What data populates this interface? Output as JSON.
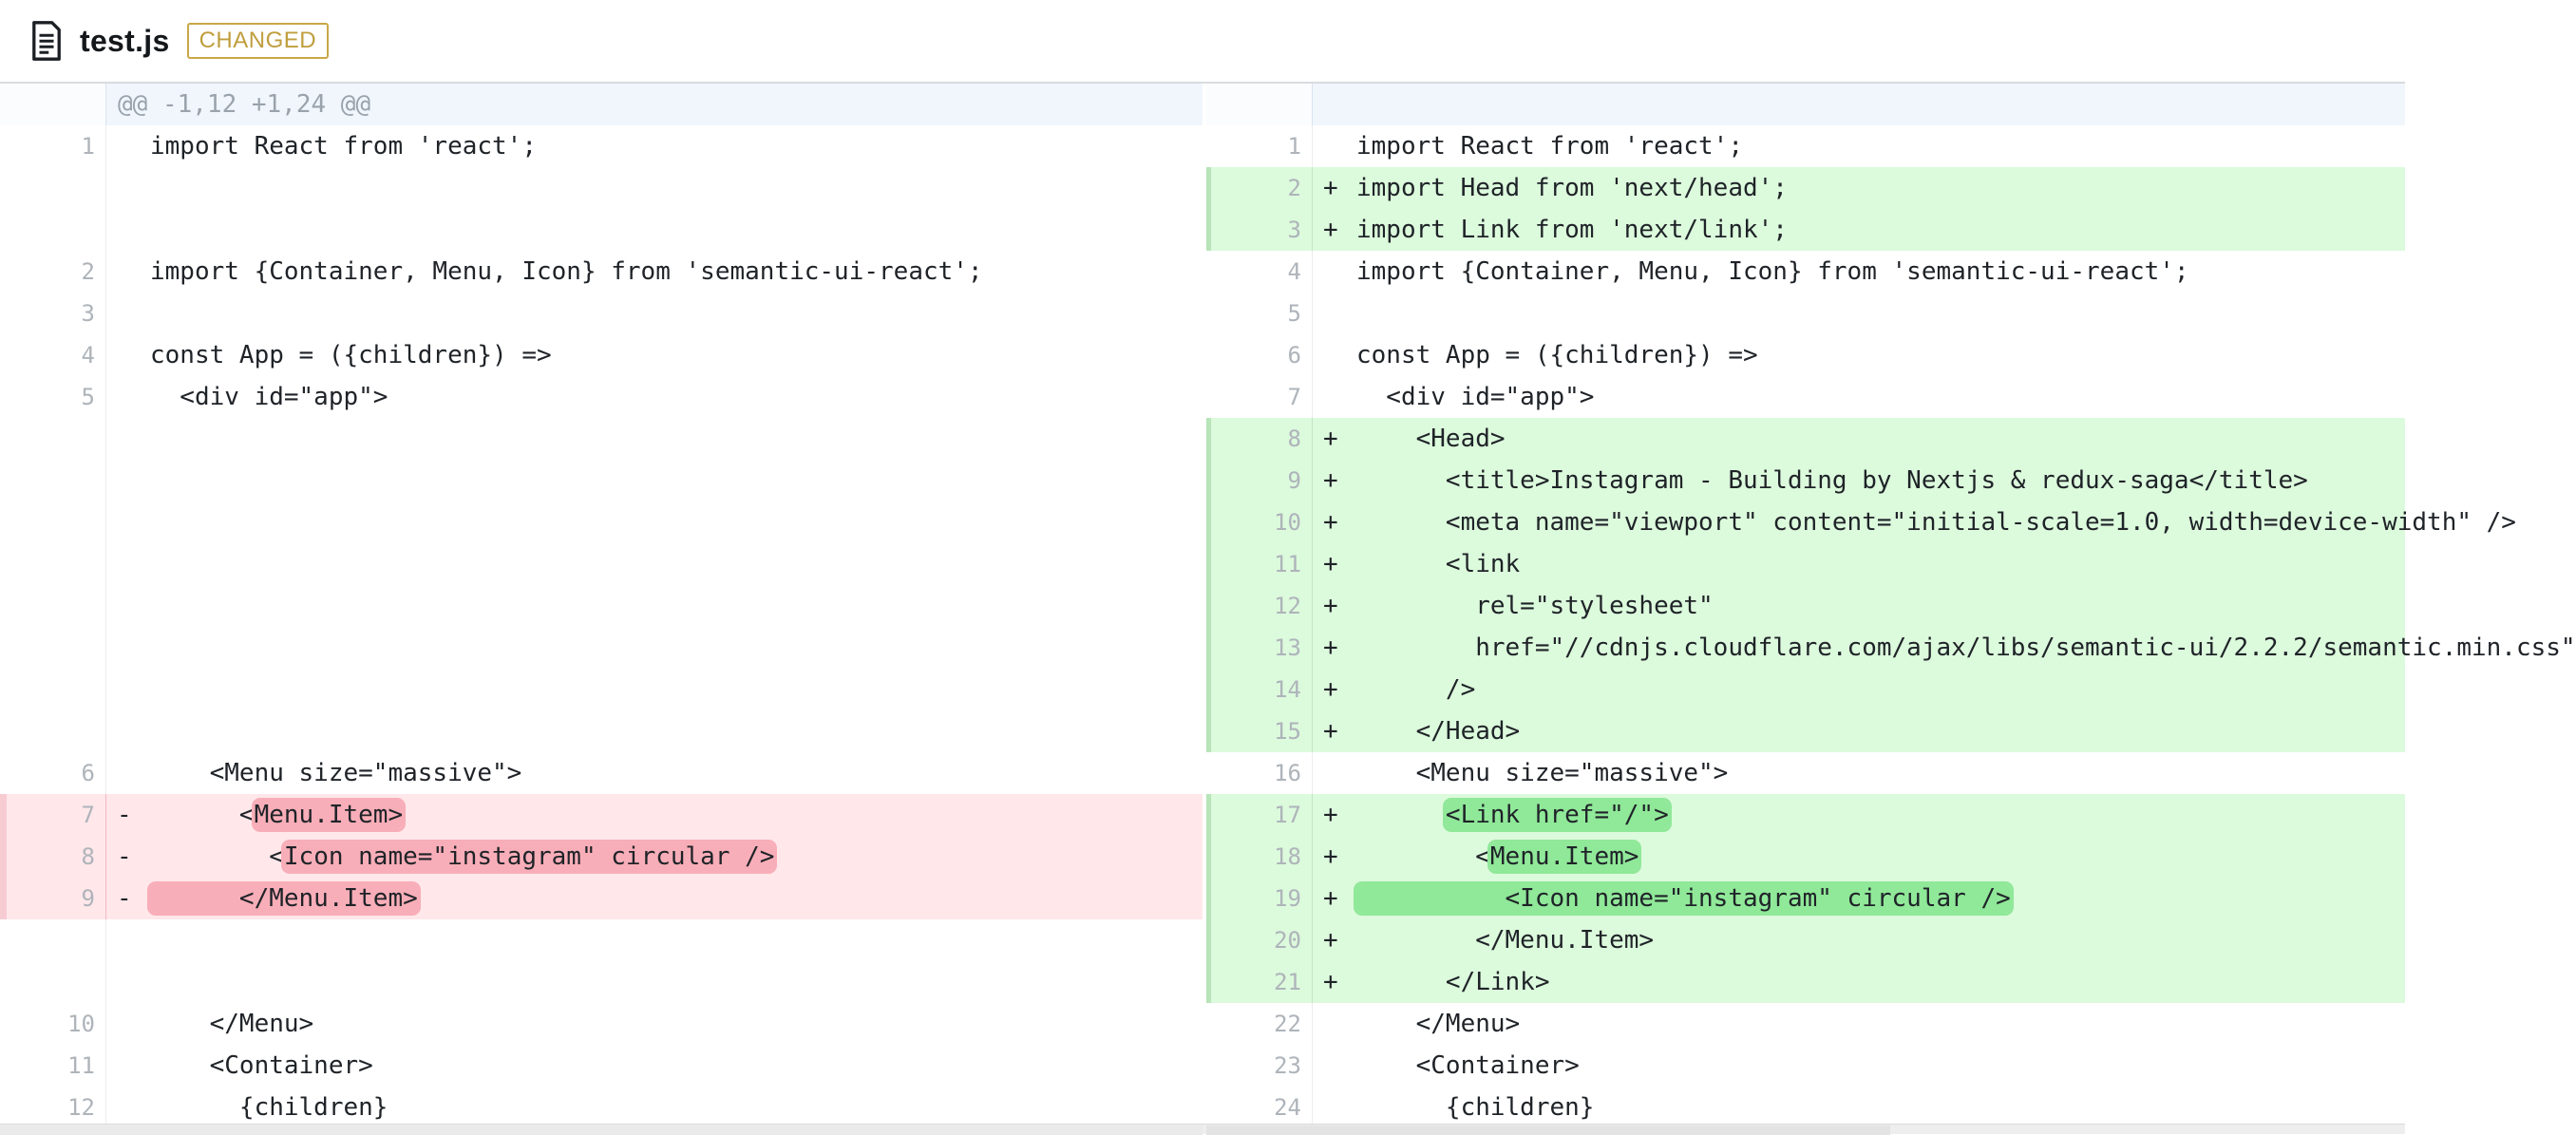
{
  "header": {
    "filename": "test.js",
    "badge": "CHANGED",
    "icon": "document-icon"
  },
  "hunk": {
    "text": "@@ -1,12 +1,24 @@"
  },
  "markers": {
    "add": "+",
    "del": "-"
  },
  "colors": {
    "badge_text": "#bf9e3d",
    "badge_border": "#c9a748",
    "header_border": "#d9dcdf",
    "code_text": "#1f2328",
    "line_number": "#aeb4ba",
    "ctx_divider": "#ededef",
    "add_bg": "#dcfadc",
    "add_inline": "#90e899",
    "add_divider": "#c2e3c4",
    "add_accent": "#b7e4b9",
    "del_bg": "#ffe7ea",
    "del_inline": "#f8aeb8",
    "del_divider": "#f1bac2",
    "del_accent": "#f7cbd2",
    "hunk_bg": "#f0f6fb",
    "hunk_gutter_bg": "#fbfcfe",
    "hunk_divider": "#d8e4f1",
    "hunk_accent": "#dce8f4",
    "hunk_text": "#9aa2ac",
    "scroll_track": "#eeeeee",
    "scroll_border": "#d9d9d9",
    "scroll_thumb": "#e3e3e3"
  },
  "left": {
    "rows": [
      {
        "n": "1",
        "type": "ctx",
        "text": "import React from 'react';"
      },
      {
        "type": "spacer"
      },
      {
        "type": "spacer"
      },
      {
        "n": "2",
        "type": "ctx",
        "text": "import {Container, Menu, Icon} from 'semantic-ui-react';"
      },
      {
        "n": "3",
        "type": "ctx",
        "text": ""
      },
      {
        "n": "4",
        "type": "ctx",
        "text": "const App = ({children}) =>"
      },
      {
        "n": "5",
        "type": "ctx",
        "text": "  <div id=\"app\">"
      },
      {
        "type": "spacer"
      },
      {
        "type": "spacer"
      },
      {
        "type": "spacer"
      },
      {
        "type": "spacer"
      },
      {
        "type": "spacer"
      },
      {
        "type": "spacer"
      },
      {
        "type": "spacer"
      },
      {
        "type": "spacer"
      },
      {
        "n": "6",
        "type": "ctx",
        "text": "    <Menu size=\"massive\">"
      },
      {
        "n": "7",
        "type": "del",
        "pre": "      <",
        "hl": "Menu.Item>",
        "post": ""
      },
      {
        "n": "8",
        "type": "del",
        "pre": "        <",
        "hl": "Icon name=\"instagram\" circular />",
        "post": ""
      },
      {
        "n": "9",
        "type": "del",
        "pre": "",
        "hl": "      </Menu.Item>",
        "post": ""
      },
      {
        "type": "spacer"
      },
      {
        "type": "spacer"
      },
      {
        "n": "10",
        "type": "ctx",
        "text": "    </Menu>"
      },
      {
        "n": "11",
        "type": "ctx",
        "text": "    <Container>"
      },
      {
        "n": "12",
        "type": "ctx",
        "text": "      {children}"
      }
    ]
  },
  "right": {
    "rows": [
      {
        "n": "1",
        "type": "ctx",
        "text": "import React from 'react';"
      },
      {
        "n": "2",
        "type": "add",
        "text": "import Head from 'next/head';"
      },
      {
        "n": "3",
        "type": "add",
        "text": "import Link from 'next/link';"
      },
      {
        "n": "4",
        "type": "ctx",
        "text": "import {Container, Menu, Icon} from 'semantic-ui-react';"
      },
      {
        "n": "5",
        "type": "ctx",
        "text": ""
      },
      {
        "n": "6",
        "type": "ctx",
        "text": "const App = ({children}) =>"
      },
      {
        "n": "7",
        "type": "ctx",
        "text": "  <div id=\"app\">"
      },
      {
        "n": "8",
        "type": "add",
        "text": "    <Head>"
      },
      {
        "n": "9",
        "type": "add",
        "text": "      <title>Instagram - Building by Nextjs & redux-saga</title>"
      },
      {
        "n": "10",
        "type": "add",
        "text": "      <meta name=\"viewport\" content=\"initial-scale=1.0, width=device-width\" />"
      },
      {
        "n": "11",
        "type": "add",
        "text": "      <link"
      },
      {
        "n": "12",
        "type": "add",
        "text": "        rel=\"stylesheet\""
      },
      {
        "n": "13",
        "type": "add",
        "text": "        href=\"//cdnjs.cloudflare.com/ajax/libs/semantic-ui/2.2.2/semantic.min.css\""
      },
      {
        "n": "14",
        "type": "add",
        "text": "      />"
      },
      {
        "n": "15",
        "type": "add",
        "text": "    </Head>"
      },
      {
        "n": "16",
        "type": "ctx",
        "text": "    <Menu size=\"massive\">"
      },
      {
        "n": "17",
        "type": "add",
        "pre": "      ",
        "hl": "<Link href=\"/\">",
        "post": ""
      },
      {
        "n": "18",
        "type": "add",
        "pre": "        <",
        "hl": "Menu.Item>",
        "post": ""
      },
      {
        "n": "19",
        "type": "add",
        "pre": "",
        "hl": "          <Icon name=\"instagram\" circular />",
        "post": ""
      },
      {
        "n": "20",
        "type": "add",
        "text": "        </Menu.Item>"
      },
      {
        "n": "21",
        "type": "add",
        "text": "      </Link>"
      },
      {
        "n": "22",
        "type": "ctx",
        "text": "    </Menu>"
      },
      {
        "n": "23",
        "type": "ctx",
        "text": "    <Container>"
      },
      {
        "n": "24",
        "type": "ctx",
        "text": "      {children}"
      }
    ]
  }
}
